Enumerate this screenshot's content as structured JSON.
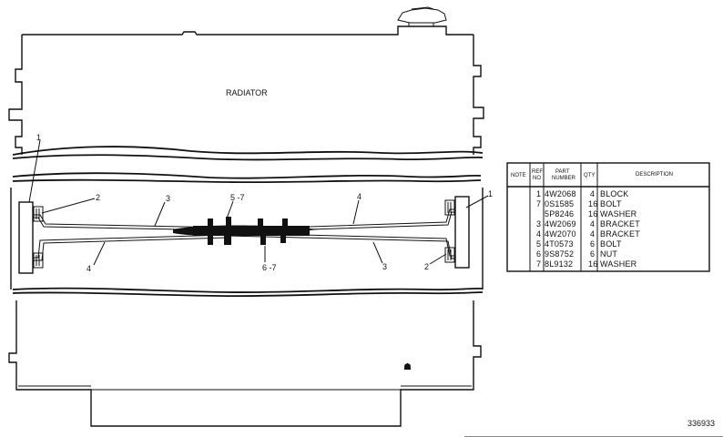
{
  "drawing": {
    "radiator_label": "RADIATOR",
    "drawing_number": "336933",
    "small_mark": "☗",
    "callouts": [
      {
        "id": "c1-left",
        "text": "1"
      },
      {
        "id": "c2-top-left",
        "text": "2"
      },
      {
        "id": "c3-top",
        "text": "3"
      },
      {
        "id": "c5-7",
        "text": "5 -7"
      },
      {
        "id": "c4-top",
        "text": "4"
      },
      {
        "id": "c1-right",
        "text": "1"
      },
      {
        "id": "c4-bottom",
        "text": "4"
      },
      {
        "id": "c6-7",
        "text": "6 -7"
      },
      {
        "id": "c3-bottom",
        "text": "3"
      },
      {
        "id": "c2-bottom-right",
        "text": "2"
      }
    ]
  },
  "parts_table": {
    "headers": {
      "note": "NOTE",
      "ref_no": [
        "REF",
        "NO"
      ],
      "part_number": [
        "PART",
        "NUMBER"
      ],
      "qty": "QTY",
      "description": "DESCRIPTION"
    },
    "rows": [
      {
        "ref": "1",
        "part": "4W2068",
        "qty": "4",
        "desc": "BLOCK"
      },
      {
        "ref": "7",
        "part": "0S1585",
        "qty": "16",
        "desc": "BOLT"
      },
      {
        "ref": "",
        "part": "5P8246",
        "qty": "16",
        "desc": "WASHER"
      },
      {
        "ref": "3",
        "part": "4W2069",
        "qty": "4",
        "desc": "BRACKET"
      },
      {
        "ref": "4",
        "part": "4W2070",
        "qty": "4",
        "desc": "BRACKET"
      },
      {
        "ref": "5",
        "part": "4T0573",
        "qty": "6",
        "desc": "BOLT"
      },
      {
        "ref": "6",
        "part": "9S8752",
        "qty": "6",
        "desc": "NUT"
      },
      {
        "ref": "7",
        "part": "8L9132",
        "qty": "16",
        "desc": "WASHER"
      }
    ]
  }
}
